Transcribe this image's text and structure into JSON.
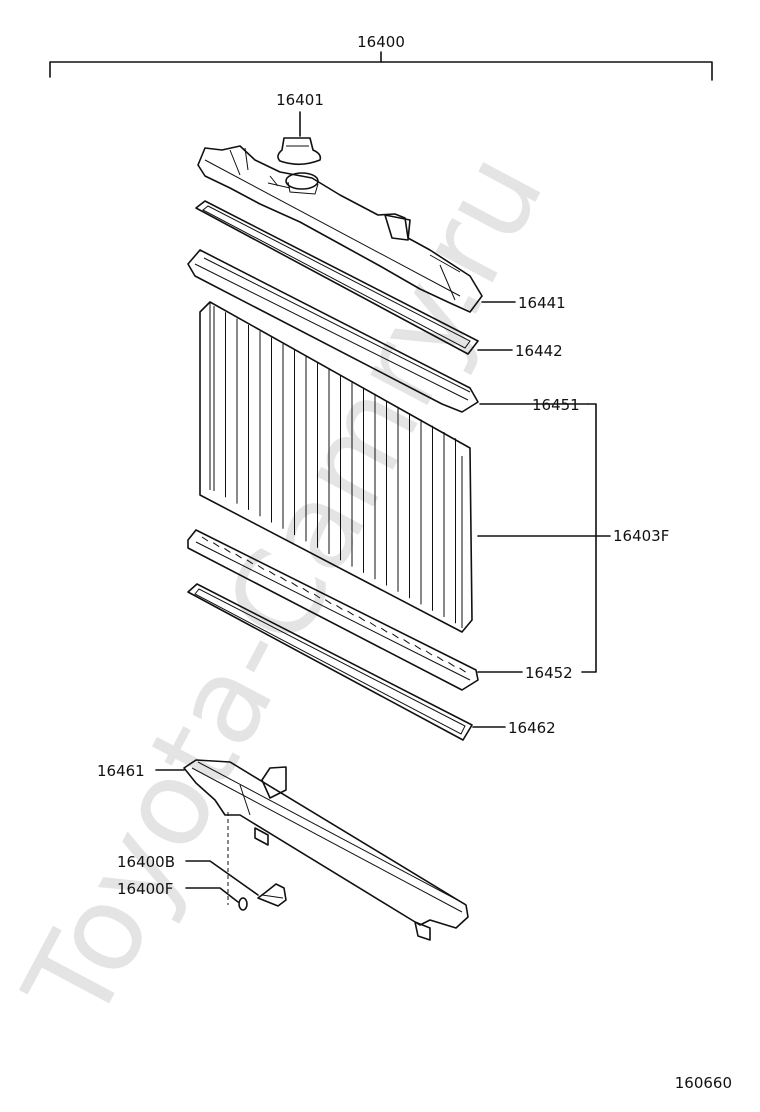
{
  "watermark": "Toyota-Camry.ru",
  "labels": {
    "assembly": "16400",
    "cap": "16401",
    "upper_tank": "16441",
    "upper_gasket": "16442",
    "upper_plate": "16451",
    "core": "16403F",
    "lower_plate": "16452",
    "lower_gasket": "16462",
    "lower_tank": "16461",
    "drain_cock": "16400B",
    "drain_plug": "16400F",
    "diagram_id": "160660"
  },
  "colors": {
    "line": "#111111",
    "watermark": "#e4e4e4"
  }
}
